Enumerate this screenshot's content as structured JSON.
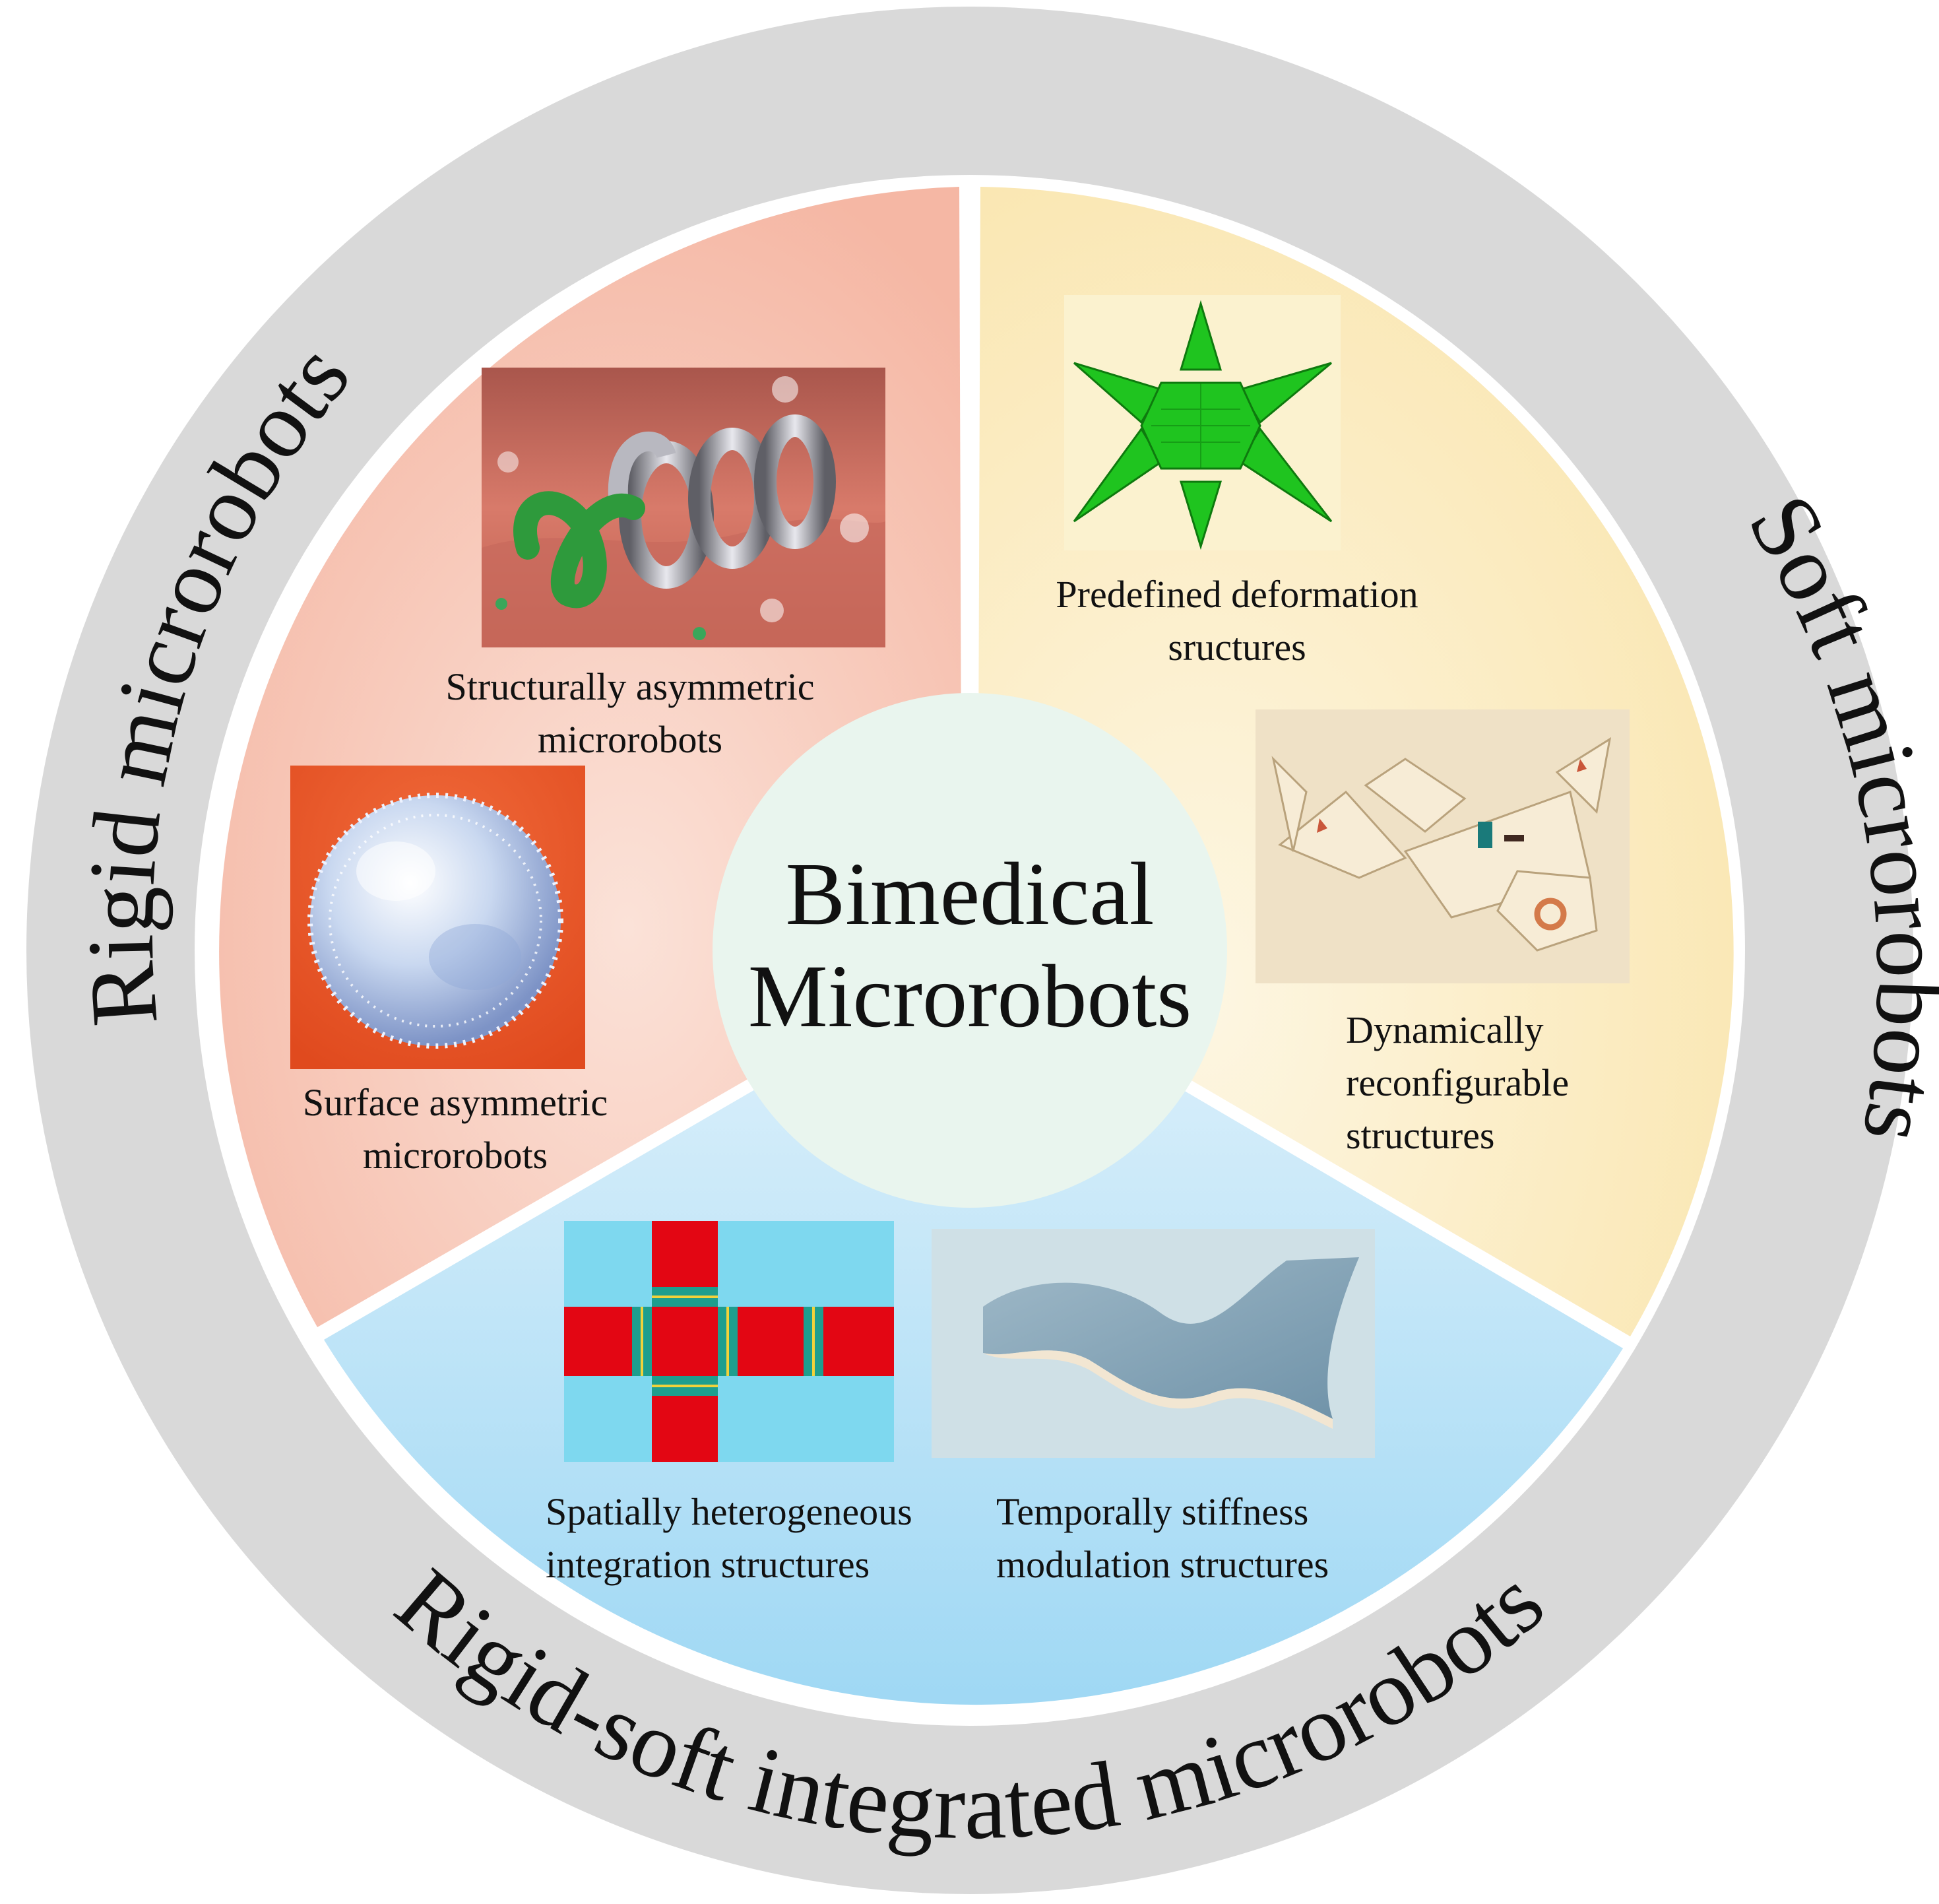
{
  "center": {
    "line1": "Bimedical",
    "line2": "Microrobots"
  },
  "ring_labels": {
    "rigid": "Rigid microrobots",
    "soft": "Soft microrobots",
    "integrated": "Rigid-soft integrated microrobots"
  },
  "sections": {
    "rigid": {
      "items": [
        {
          "caption_line1": "Structurally asymmetric",
          "caption_line2": "microrobots",
          "image": "helical-microrobot-image"
        },
        {
          "caption_line1": "Surface asymmetric",
          "caption_line2": "microrobots",
          "image": "spiky-sphere-microrobot-image"
        }
      ]
    },
    "soft": {
      "items": [
        {
          "caption_line1": "Predefined deformation",
          "caption_line2": "sructures",
          "image": "green-star-structure-image"
        },
        {
          "caption_line1": "Dynamically",
          "caption_line2": "reconfigurable",
          "caption_line3": "structures",
          "image": "origami-robot-image"
        }
      ]
    },
    "integrated": {
      "items": [
        {
          "caption_line1": "Spatially heterogeneous",
          "caption_line2": "integration structures",
          "image": "red-cross-pattern-image"
        },
        {
          "caption_line1": "Temporally stiffness",
          "caption_line2": "modulation structures",
          "image": "curved-sheet-image"
        }
      ]
    }
  },
  "colors": {
    "ring": "#d9d9d9",
    "rigid_sector": "#f7c2b2",
    "soft_sector": "#fbeec4",
    "integrated_sector": "#bfe4f8",
    "center_circle": "#e9f5ee",
    "red_block": "#e30613",
    "cyan_background": "#7ed8ef",
    "green_star": "#1fc41f"
  }
}
